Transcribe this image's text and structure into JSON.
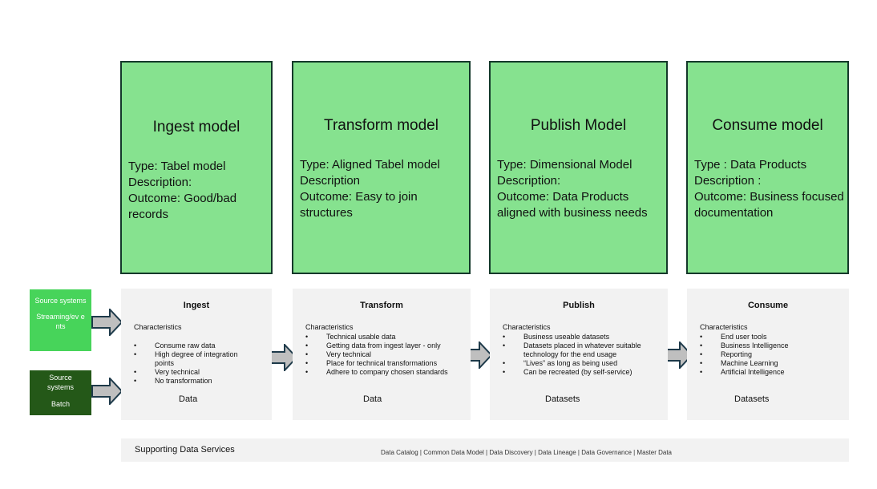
{
  "models": [
    {
      "title": "Ingest model",
      "type": "Type: Tabel model",
      "description": "Description:",
      "outcome": "Outcome: Good/bad records"
    },
    {
      "title": "Transform model",
      "type": "Type: Aligned Tabel model",
      "description": "Description",
      "outcome": "Outcome: Easy to join structures"
    },
    {
      "title": "Publish Model",
      "type": "Type: Dimensional Model",
      "description": "Description:",
      "outcome": "Outcome: Data Products aligned with business needs"
    },
    {
      "title": "Consume model",
      "type": "Type : Data Products",
      "description": "Description :",
      "outcome": "Outcome: Business focused documentation"
    }
  ],
  "sources": {
    "streaming": {
      "line1": "Source systems",
      "line2": "Streaming/ev ents",
      "color": "#47d45a"
    },
    "batch": {
      "line1": "Source systems",
      "line2": "Batch",
      "color": "#245818"
    }
  },
  "layers": [
    {
      "title": "Ingest",
      "characteristics": "Characteristics",
      "items": [
        "Consume raw data",
        "High degree of integration points",
        "Very technical",
        "No transformation"
      ],
      "footer": "Data"
    },
    {
      "title": "Transform",
      "characteristics": "Characteristics",
      "items": [
        "Technical usable data",
        "Getting data from ingest layer - only",
        "Very technical",
        "Place for technical transformations",
        "Adhere to company chosen standards"
      ],
      "footer": "Data"
    },
    {
      "title": "Publish",
      "characteristics": "Characteristics",
      "items": [
        "Business useable datasets",
        "Datasets placed in whatever suitable technology for the end usage",
        "“Lives” as long as being used",
        "Can be recreated (by self-service)"
      ],
      "footer": "Datasets"
    },
    {
      "title": "Consume",
      "characteristics": "Characteristics",
      "items": [
        "End user tools",
        "Business Intelligence",
        "Reporting",
        "Machine Learning",
        "Artificial Intelligence"
      ],
      "footer": "Datasets"
    }
  ],
  "supporting": {
    "label": "Supporting Data Services",
    "services": "Data Catalog | Common Data Model  |  Data Discovery  |  Data Lineage  |  Data Governance  |  Master Data"
  },
  "colors": {
    "model_fill": "#86e28f",
    "model_border": "#14382a",
    "panel_fill": "#f2f2f2",
    "arrow_fill": "#bfbfbf",
    "arrow_stroke": "#1e3a4a"
  }
}
